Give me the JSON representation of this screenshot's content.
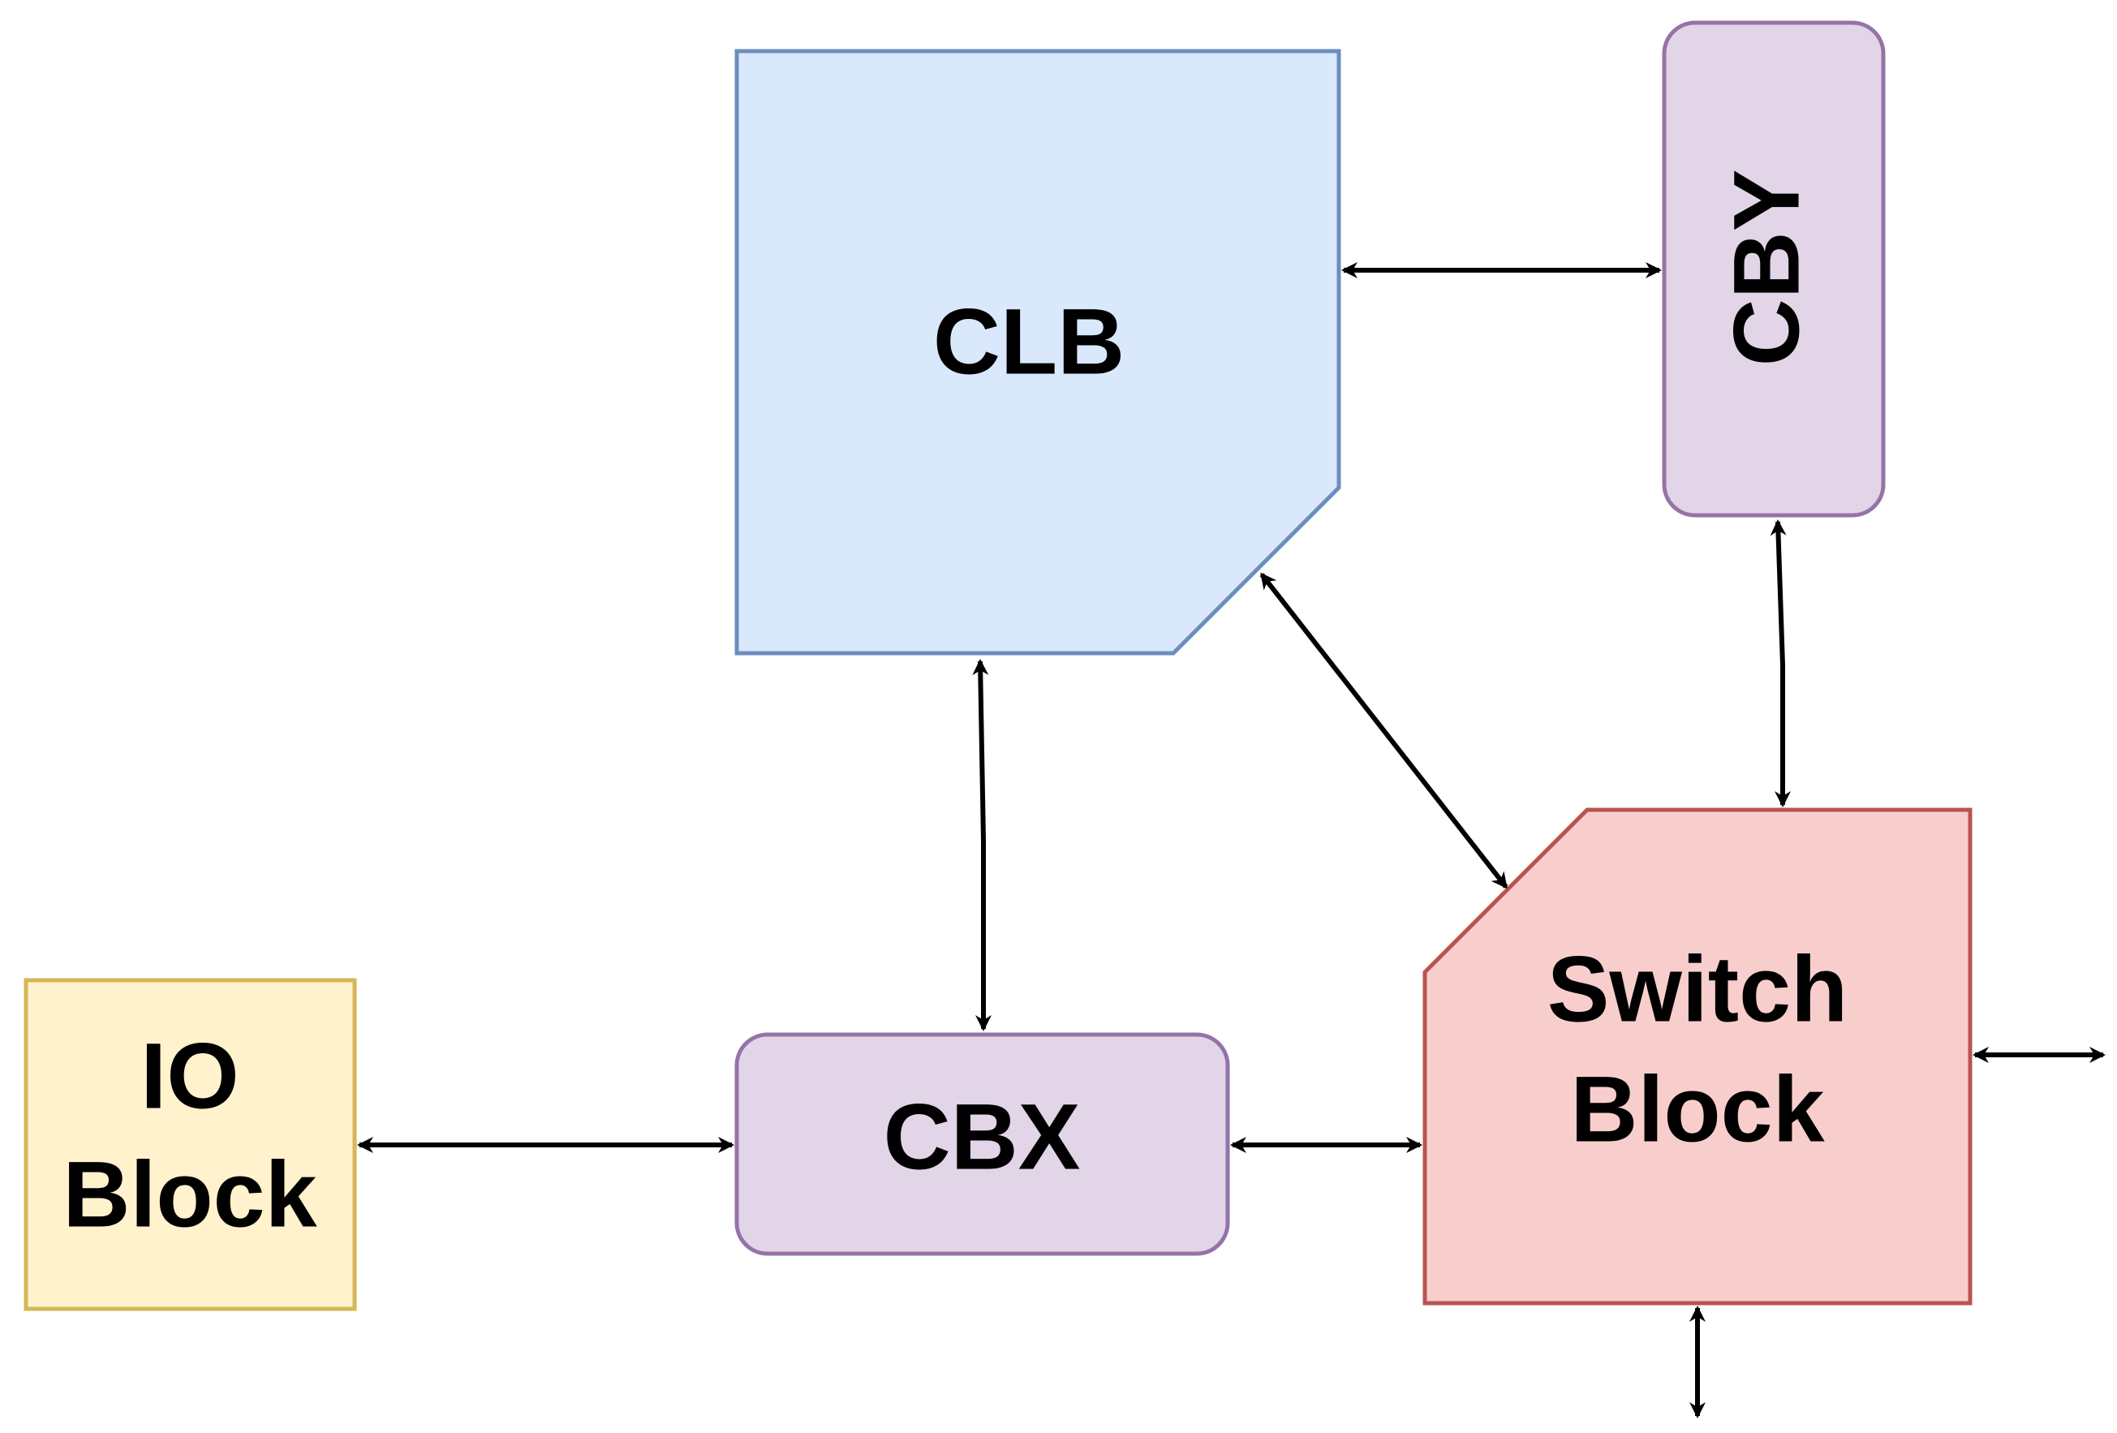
{
  "blocks": {
    "clb": {
      "label": "CLB",
      "fill": "#dae8fc",
      "stroke": "#6c8ebf"
    },
    "cby": {
      "label": "CBY",
      "fill": "#e1d5e7",
      "stroke": "#9673a6"
    },
    "cbx": {
      "label": "CBX",
      "fill": "#e1d5e7",
      "stroke": "#9673a6"
    },
    "io_block": {
      "label_line1": "IO",
      "label_line2": "Block",
      "fill": "#fff2cc",
      "stroke": "#d6b656"
    },
    "switch_block": {
      "label_line1": "Switch",
      "label_line2": "Block",
      "fill": "#f8cecc",
      "stroke": "#b85450"
    }
  },
  "connections": [
    {
      "from": "clb",
      "to": "cby",
      "type": "bidirectional"
    },
    {
      "from": "clb",
      "to": "cbx",
      "type": "bidirectional"
    },
    {
      "from": "clb",
      "to": "switch_block",
      "type": "bidirectional"
    },
    {
      "from": "cby",
      "to": "switch_block",
      "type": "bidirectional"
    },
    {
      "from": "io_block",
      "to": "cbx",
      "type": "bidirectional"
    },
    {
      "from": "cbx",
      "to": "switch_block",
      "type": "bidirectional"
    },
    {
      "from": "switch_block",
      "to": "external-right",
      "type": "bidirectional"
    },
    {
      "from": "switch_block",
      "to": "external-bottom",
      "type": "bidirectional"
    }
  ]
}
